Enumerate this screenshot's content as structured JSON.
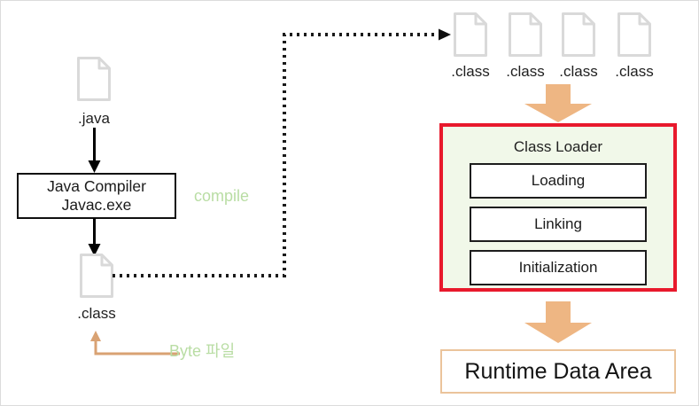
{
  "diagram": {
    "title": "Java compilation and JVM class loading flow",
    "colors": {
      "class_loader_border": "#e8192c",
      "class_loader_fill": "#f1f8e9",
      "block_arrow": "#eeb683",
      "byte_arrow": "#d9a273",
      "green_label": "#b9dda4",
      "runtime_border": "#ebc49b",
      "file_icon_outline": "#d9d9d9"
    },
    "source": {
      "file_icon": "file-document-icon",
      "caption": ".java"
    },
    "compiler": {
      "line1": "Java Compiler",
      "line2": "Javac.exe",
      "annotation": "compile"
    },
    "output": {
      "file_icon": "file-document-icon",
      "caption": ".class",
      "annotation": "Byte 파일"
    },
    "class_files": [
      {
        "file_icon": "file-document-icon",
        "caption": ".class"
      },
      {
        "file_icon": "file-document-icon",
        "caption": ".class"
      },
      {
        "file_icon": "file-document-icon",
        "caption": ".class"
      },
      {
        "file_icon": "file-document-icon",
        "caption": ".class"
      }
    ],
    "class_loader": {
      "title": "Class Loader",
      "stages": [
        {
          "label": "Loading"
        },
        {
          "label": "Linking"
        },
        {
          "label": "Initialization"
        }
      ]
    },
    "runtime": {
      "label": "Runtime Data Area"
    },
    "connectors": {
      "java_to_compiler": "down-arrow-icon",
      "compiler_to_class": "down-arrow-icon",
      "class_to_classfiles": "dotted-elbow-arrow-icon",
      "byte_callout": "elbow-up-arrow-icon",
      "classfiles_to_loader": "block-down-arrow-icon",
      "loader_to_runtime": "block-down-arrow-icon"
    }
  }
}
